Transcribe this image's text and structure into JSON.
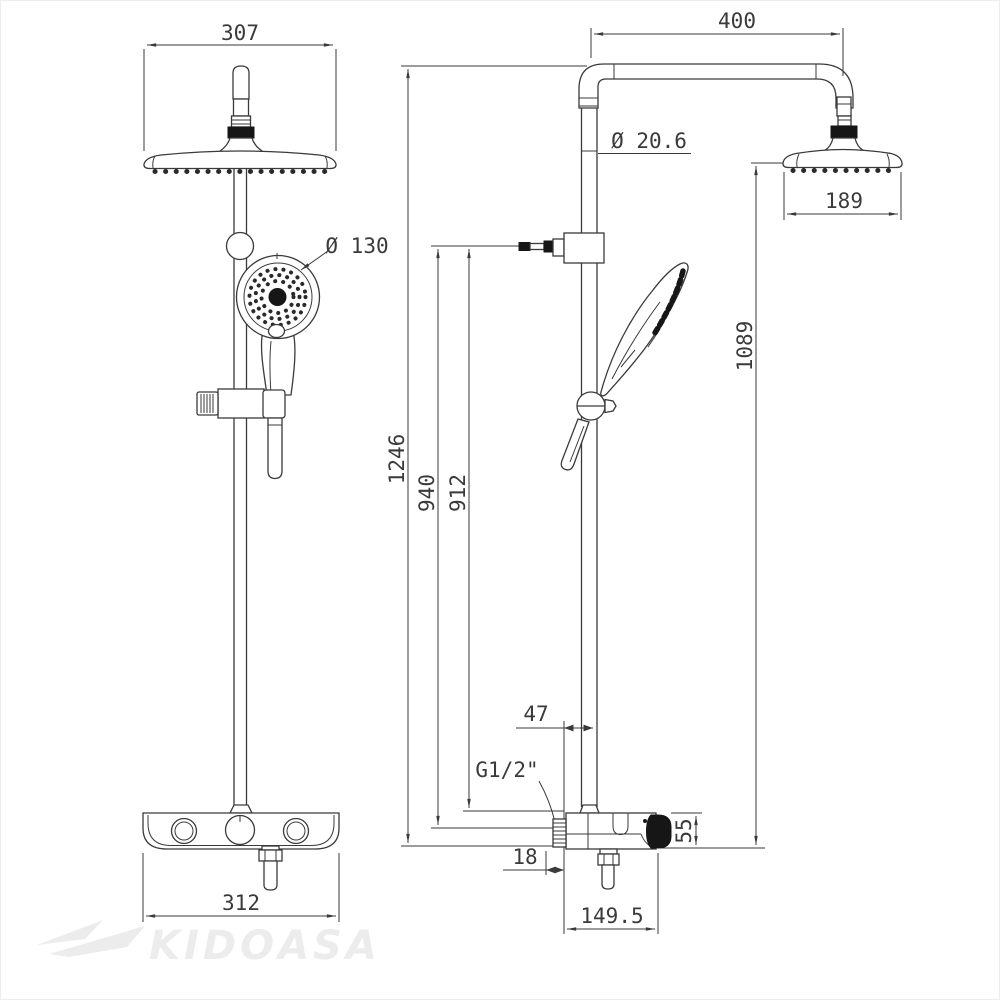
{
  "page": {
    "background": "#ffffff",
    "line_color": "#3a3a3a",
    "accent_black": "#161616",
    "watermark_color": "#ececec"
  },
  "watermark": {
    "brand": "KIDOASA"
  },
  "front_view": {
    "dims": {
      "head_width": "307",
      "hand_shower_diameter": "Ø 130",
      "base_width": "312"
    }
  },
  "side_view": {
    "dims": {
      "arm_length": "400",
      "pipe_diameter": "Ø 20.6",
      "head_width": "189",
      "total_height": "1246",
      "column_height": "940",
      "column_to_base": "912",
      "head_to_base": "1089",
      "outlet_offset": "47",
      "inlet_thread": "G1/2\"",
      "base_height": "55",
      "inlet_offset": "18",
      "base_depth": "149.5"
    }
  }
}
